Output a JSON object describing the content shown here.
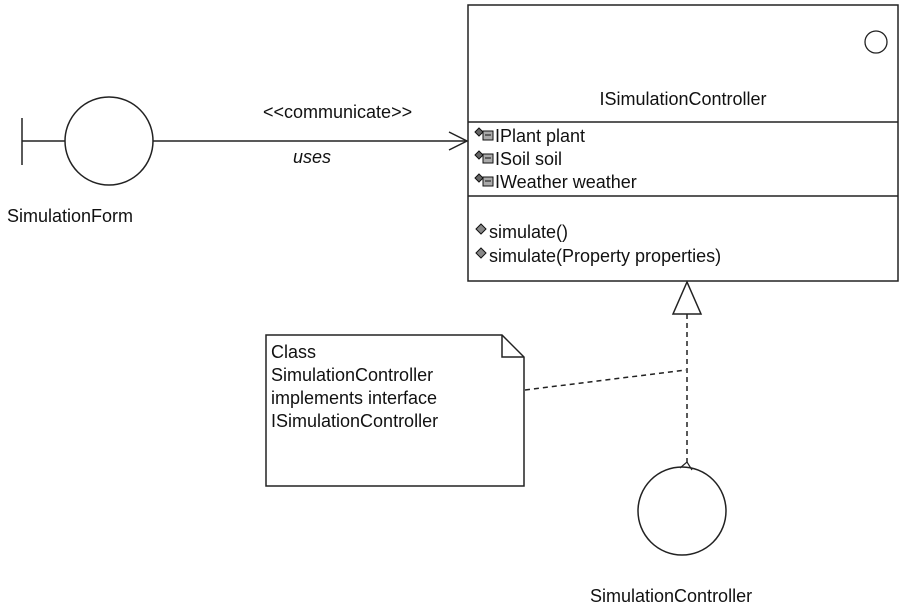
{
  "boundary": {
    "label": "SimulationForm"
  },
  "association": {
    "stereotype": "<<communicate>>",
    "role": "uses"
  },
  "interface_class": {
    "name": "ISimulationController",
    "attributes": [
      {
        "text": "IPlant plant",
        "icon": "private-attribute-icon"
      },
      {
        "text": "ISoil soil",
        "icon": "private-attribute-icon"
      },
      {
        "text": "IWeather weather",
        "icon": "private-attribute-icon"
      }
    ],
    "operations": [
      {
        "text": "simulate()",
        "icon": "public-operation-icon"
      },
      {
        "text": "simulate(Property properties)",
        "icon": "public-operation-icon"
      }
    ]
  },
  "note": {
    "lines": [
      "Class",
      "SimulationController",
      "implements interface",
      "ISimulationController"
    ]
  },
  "control": {
    "label": "SimulationController"
  }
}
